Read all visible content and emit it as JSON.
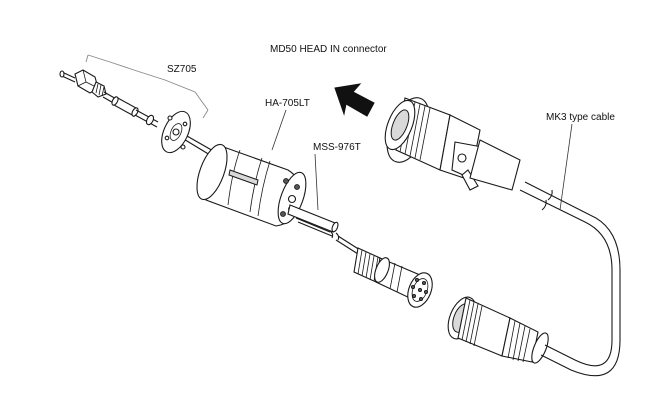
{
  "labels": {
    "sz705": "SZ705",
    "ha705lt": "HA-705LT",
    "mss976t": "MSS-976T",
    "md50_head_in": "MD50 HEAD IN connector",
    "mk3_cable": "MK3 type cable"
  },
  "icons": {
    "direction": "arrow-up-left-icon"
  }
}
